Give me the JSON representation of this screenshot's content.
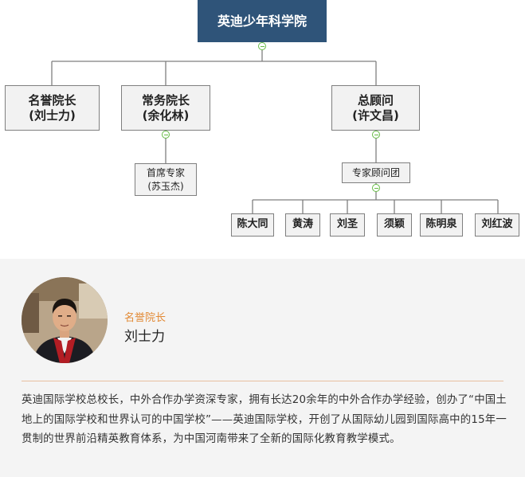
{
  "org_chart": {
    "root": "英迪少年科学院",
    "level1": [
      {
        "title": "名誉院长",
        "name": "(刘士力)"
      },
      {
        "title": "常务院长",
        "name": "(余化林)"
      },
      {
        "title": "总顾问",
        "name": "(许文昌)"
      }
    ],
    "chief_expert": {
      "title": "首席专家",
      "name": "(苏玉杰)"
    },
    "advisory_group": "专家顾问团",
    "advisors": [
      "陈大同",
      "黄涛",
      "刘圣",
      "须颖",
      "陈明泉",
      "刘红波"
    ],
    "line_color": "#7f7f7f",
    "root_color": "#2f5479",
    "toggle_color": "#66bb44"
  },
  "profile": {
    "role": "名誉院长",
    "name": "刘士力",
    "bio": "英迪国际学校总校长，中外合作办学资深专家，拥有长达20余年的中外合作办学经验，创办了“中国土地上的国际学校和世界认可的中国学校”——英迪国际学校，开创了从国际幼儿园到国际高中的15年一贯制的世界前沿精英教育体系，为中国河南带来了全新的国际化教育教学模式。",
    "accent_color": "#e28a36"
  }
}
